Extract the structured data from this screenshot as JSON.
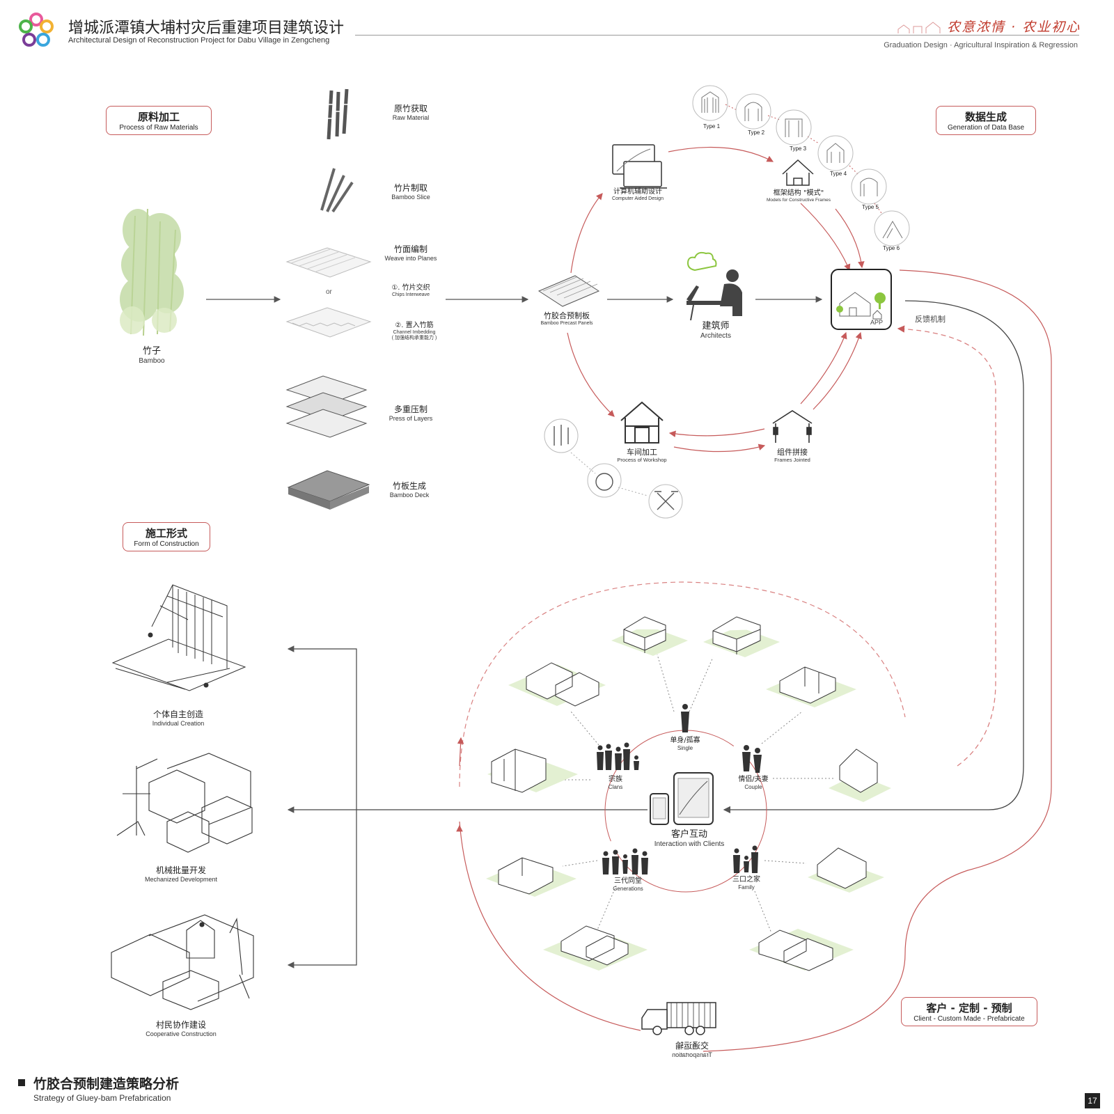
{
  "header": {
    "title_zh": "增城派潭镇大埔村灾后重建项目建筑设计",
    "title_en": "Architectural Design of Reconstruction Project for Dabu Village in Zengcheng",
    "slogan": "农意浓情 · 农业初心",
    "subtitle": "Graduation Design  ·  Agricultural Inspiration & Regression"
  },
  "sections": {
    "raw": {
      "zh": "原料加工",
      "en": "Process of Raw Materials"
    },
    "data": {
      "zh": "数据生成",
      "en": "Generation of Data Base"
    },
    "construction": {
      "zh": "施工形式",
      "en": "Form of Construction"
    },
    "client": {
      "zh": "客户 - 定制 - 预制",
      "en": "Client - Custom Made - Prefabricate"
    }
  },
  "bamboo": {
    "zh": "竹子",
    "en": "Bamboo"
  },
  "steps": {
    "raw_material": {
      "zh": "原竹获取",
      "en": "Raw Material"
    },
    "slice": {
      "zh": "竹片制取",
      "en": "Bamboo Slice"
    },
    "weave": {
      "zh": "竹面编制",
      "en": "Weave into Planes"
    },
    "or": "or",
    "chips": {
      "zh": "①. 竹片交织",
      "en": "Chips Interweave"
    },
    "channel": {
      "zh": "②. 置入竹筋",
      "en": "Channel Imbedding",
      "note": "( 加强结构承重能力 )"
    },
    "press": {
      "zh": "多重压制",
      "en": "Press of Layers"
    },
    "deck": {
      "zh": "竹板生成",
      "en": "Bamboo Deck"
    }
  },
  "cycle": {
    "panels": {
      "zh": "竹胶合预制板",
      "en": "Bamboo Precast Panels"
    },
    "cad": {
      "zh": "计算机辅助设计",
      "en": "Computer Aided Design"
    },
    "models": {
      "zh": "框架结构 \"模式\"",
      "en": "Models for Constructive Frames"
    },
    "architects": {
      "zh": "建筑师",
      "en": "Architects"
    },
    "app": "APP",
    "feedback": "反馈机制",
    "workshop": {
      "zh": "车间加工",
      "en": "Process of Workshop"
    },
    "frames": {
      "zh": "组件拼接",
      "en": "Frames Jointed"
    }
  },
  "types": [
    "Type 1",
    "Type 2",
    "Type 3",
    "Type 4",
    "Type 5",
    "Type 6"
  ],
  "construction_forms": [
    {
      "zh": "个体自主创造",
      "en": "Individual Creation"
    },
    {
      "zh": "机械批量开发",
      "en": "Mechanized Development"
    },
    {
      "zh": "村民协作建设",
      "en": "Cooperative Construction"
    }
  ],
  "clients": {
    "center": {
      "zh": "客户互动",
      "en": "Interaction with Clients"
    },
    "single": {
      "zh": "单身/孤寡",
      "en": "Single"
    },
    "couple": {
      "zh": "情侣/夫妻",
      "en": "Couple"
    },
    "clans": {
      "zh": "宗族",
      "en": "Clans"
    },
    "generations": {
      "zh": "三代同堂",
      "en": "Generations"
    },
    "family": {
      "zh": "三口之家",
      "en": "Family"
    }
  },
  "transport": {
    "zh": "交通运输",
    "en": "Transportation"
  },
  "footer": {
    "zh": "竹胶合预制建造策略分析",
    "en": "Strategy of Gluey-bam Prefabrication",
    "page": "17"
  },
  "colors": {
    "accent": "#c65a5a",
    "dark": "#444444",
    "green": "#b9d98f",
    "lawn": "#e3f0d2"
  }
}
